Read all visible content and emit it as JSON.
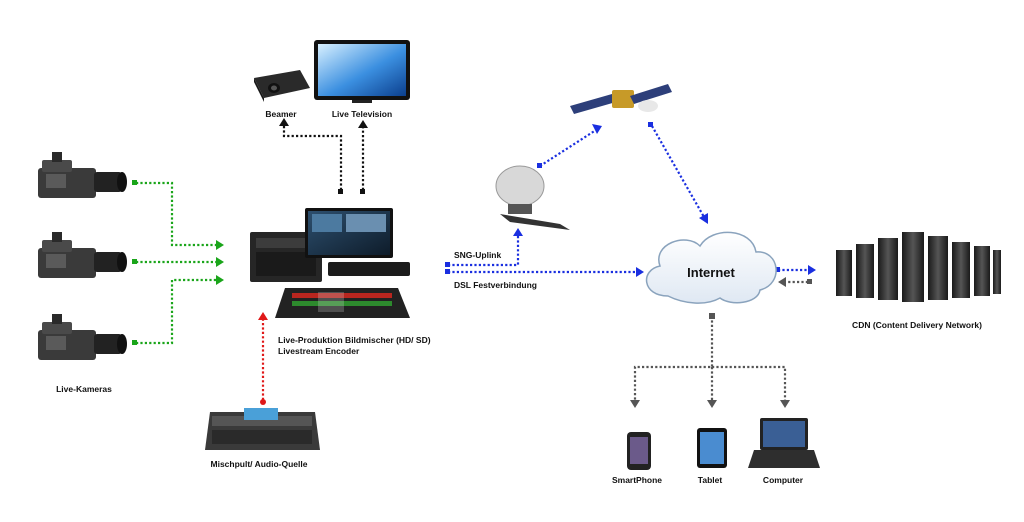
{
  "labels": {
    "cameras": "Live-Kameras",
    "mixer_line1": "Live-Produktion Bildmischer (HD/ SD)",
    "mixer_line2": "Livestream Encoder",
    "audio": "Mischpult/ Audio-Quelle",
    "beamer": "Beamer",
    "tv": "Live Television",
    "sng": "SNG-Uplink",
    "dsl": "DSL Festverbindung",
    "internet": "Internet",
    "cdn": "CDN (Content Delivery Network)",
    "smartphone": "SmartPhone",
    "tablet": "Tablet",
    "computer": "Computer"
  },
  "colors": {
    "video_in": "#1aa51a",
    "audio_in": "#e01818",
    "display_out": "#111111",
    "stream_out": "#1a2fe0",
    "cdn_back": "#555555",
    "devices": "#555555"
  }
}
